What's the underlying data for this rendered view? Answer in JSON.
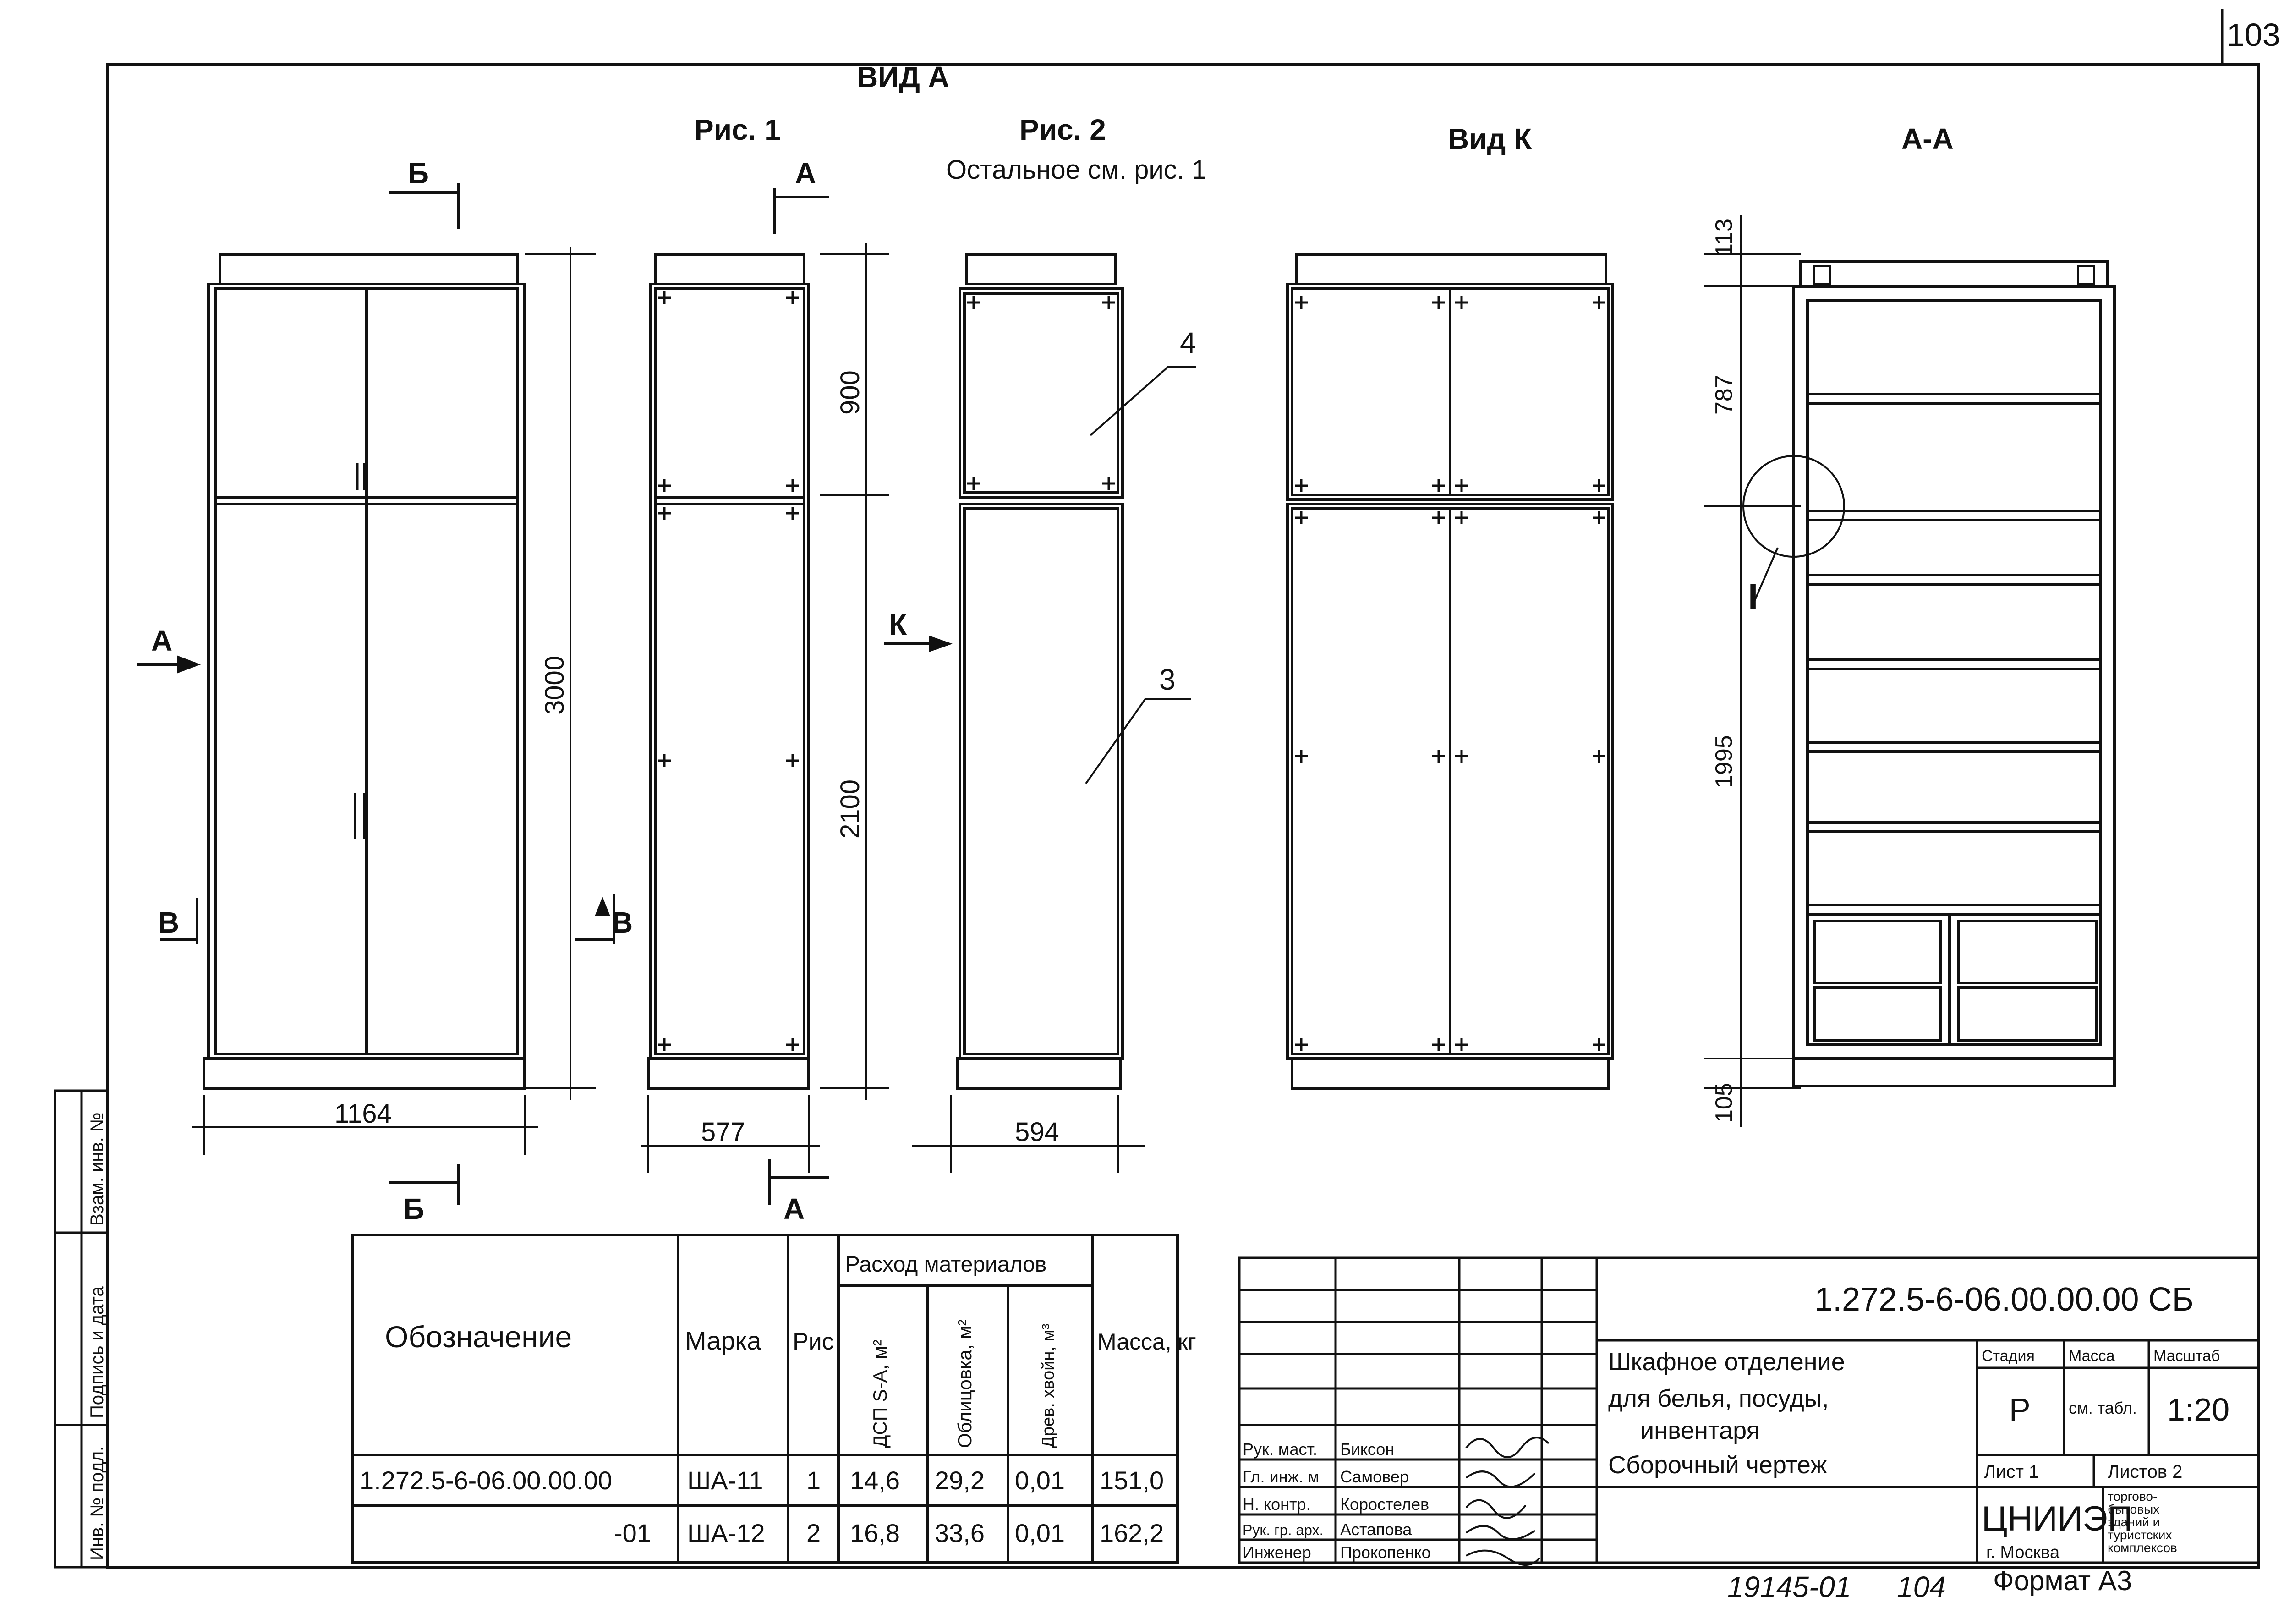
{
  "sheet_corner_number": "103",
  "view_a_label": "ВИД А",
  "fig1": {
    "title": "Рис. 1",
    "width_dim": "1164",
    "height_dim": "3000"
  },
  "fig2": {
    "title": "Рис. 2",
    "note": "Остальное см. рис. 1",
    "width_dim": "594",
    "leader_4": "4",
    "leader_3": "3"
  },
  "side_view": {
    "width_dim": "577",
    "top_dim": "900",
    "bottom_dim": "2100"
  },
  "view_k": {
    "title": "Вид К"
  },
  "section_aa": {
    "title": "А-А",
    "dims": [
      "113",
      "787",
      "1995",
      "105"
    ],
    "detail_label": "I"
  },
  "section_marks": {
    "a": "А",
    "b": "Б",
    "v": "В",
    "k": "К"
  },
  "spec_table": {
    "headers": {
      "designation": "Обозначение",
      "mark": "Марка",
      "fig": "Рис",
      "materials": "Расход материалов",
      "dsp": "ДСП S-А, м²",
      "facing": "Облицовка, м²",
      "wood": "Древ. хвойн, м³",
      "mass": "Масса, кг"
    },
    "rows": [
      {
        "designation": "1.272.5-6-06.00.00.00",
        "mark": "ША-11",
        "fig": "1",
        "dsp": "14,6",
        "facing": "29,2",
        "wood": "0,01",
        "mass": "151,0"
      },
      {
        "designation": "-01",
        "mark": "ША-12",
        "fig": "2",
        "dsp": "16,8",
        "facing": "33,6",
        "wood": "0,01",
        "mass": "162,2"
      }
    ]
  },
  "title_block": {
    "document_code": "1.272.5-6-06.00.00.00 СБ",
    "title_lines": [
      "Шкафное отделение",
      "для белья, посуды,",
      "инвентаря",
      "Сборочный чертеж"
    ],
    "stage_label": "Стадия",
    "stage": "Р",
    "mass_label": "Масса",
    "mass": "см. табл.",
    "scale_label": "Масштаб",
    "scale": "1:20",
    "sheet_label": "Лист 1",
    "sheets_label": "Листов 2",
    "org": "ЦНИИЭП",
    "city": "г. Москва",
    "org_note": [
      "торгово-",
      "бытовых",
      "зданий и",
      "туристских",
      "комплексов"
    ],
    "people": [
      {
        "role": "Рук. маст.",
        "name": "Биксон"
      },
      {
        "role": "Гл. инж. м",
        "name": "Самовер"
      },
      {
        "role": "Н. контр.",
        "name": "Коростелев"
      },
      {
        "role": "Рук. гр. арх.",
        "name": "Астапова"
      },
      {
        "role": "Инженер",
        "name": "Прокопенко"
      }
    ]
  },
  "side_stamp": [
    "Инв. № подл.",
    "Подпись и дата",
    "Взам. инв. №"
  ],
  "footer": {
    "inv_number": "19145-01",
    "page": "104",
    "format": "Формат А3"
  }
}
